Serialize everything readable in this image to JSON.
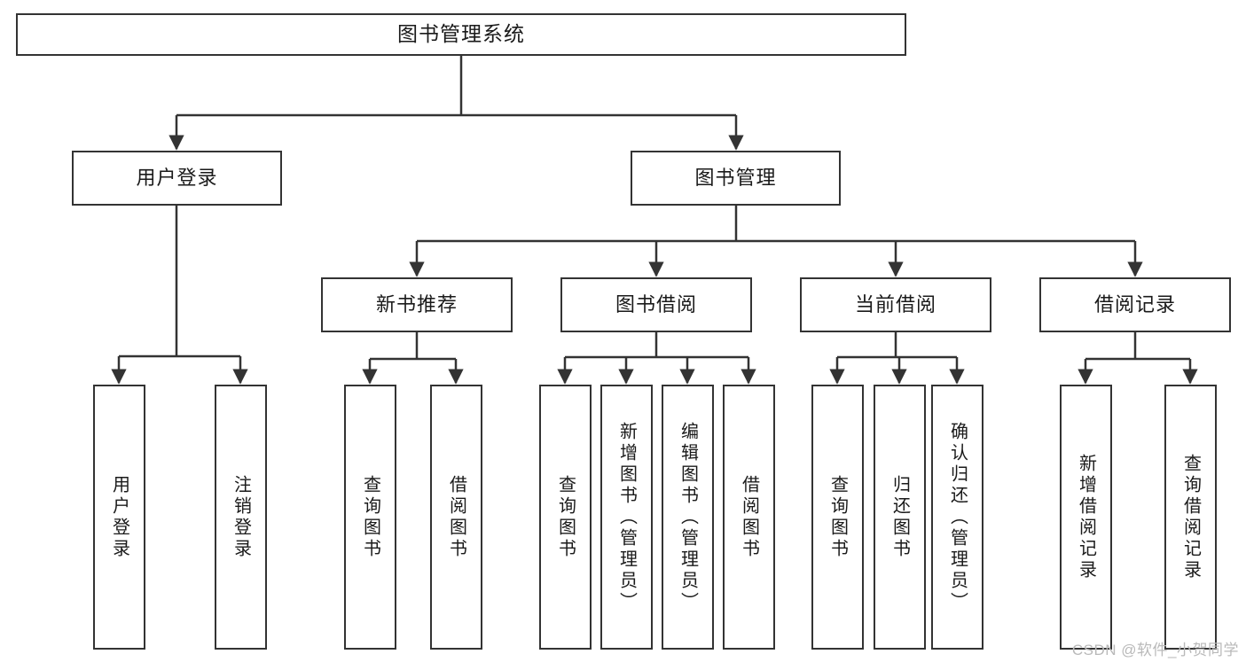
{
  "diagram": {
    "type": "tree-hierarchy",
    "title": "图书管理系统",
    "orientation": "top-down",
    "nodes": {
      "root": {
        "label": "图书管理系统",
        "level": 1
      },
      "user_login": {
        "label": "用户登录",
        "level": 2
      },
      "book_manage": {
        "label": "图书管理",
        "level": 2
      },
      "new_book_rec": {
        "label": "新书推荐",
        "level": 3
      },
      "book_borrow": {
        "label": "图书借阅",
        "level": 3
      },
      "current_borrow": {
        "label": "当前借阅",
        "level": 3
      },
      "borrow_record": {
        "label": "借阅记录",
        "level": 3
      },
      "leaf_user_login": {
        "label": "用户登录",
        "level": 4
      },
      "leaf_logout": {
        "label": "注销登录",
        "level": 4
      },
      "leaf_query_book_1": {
        "label": "查询图书",
        "level": 4
      },
      "leaf_borrow_book_1": {
        "label": "借阅图书",
        "level": 4
      },
      "leaf_query_book_2": {
        "label": "查询图书",
        "level": 4
      },
      "leaf_add_book": {
        "label": "新增图书（管理员）",
        "level": 4
      },
      "leaf_edit_book": {
        "label": "编辑图书（管理员）",
        "level": 4
      },
      "leaf_borrow_book_2": {
        "label": "借阅图书",
        "level": 4
      },
      "leaf_query_book_3": {
        "label": "查询图书",
        "level": 4
      },
      "leaf_return_book": {
        "label": "归还图书",
        "level": 4
      },
      "leaf_confirm_return": {
        "label": "确认归还（管理员）",
        "level": 4
      },
      "leaf_add_record": {
        "label": "新增借阅记录",
        "level": 4
      },
      "leaf_query_record": {
        "label": "查询借阅记录",
        "level": 4
      }
    },
    "edges": [
      {
        "from": "root",
        "to": "user_login"
      },
      {
        "from": "root",
        "to": "book_manage"
      },
      {
        "from": "user_login",
        "to": "leaf_user_login"
      },
      {
        "from": "user_login",
        "to": "leaf_logout"
      },
      {
        "from": "book_manage",
        "to": "new_book_rec"
      },
      {
        "from": "book_manage",
        "to": "book_borrow"
      },
      {
        "from": "book_manage",
        "to": "current_borrow"
      },
      {
        "from": "book_manage",
        "to": "borrow_record"
      },
      {
        "from": "new_book_rec",
        "to": "leaf_query_book_1"
      },
      {
        "from": "new_book_rec",
        "to": "leaf_borrow_book_1"
      },
      {
        "from": "book_borrow",
        "to": "leaf_query_book_2"
      },
      {
        "from": "book_borrow",
        "to": "leaf_add_book"
      },
      {
        "from": "book_borrow",
        "to": "leaf_edit_book"
      },
      {
        "from": "book_borrow",
        "to": "leaf_borrow_book_2"
      },
      {
        "from": "current_borrow",
        "to": "leaf_query_book_3"
      },
      {
        "from": "current_borrow",
        "to": "leaf_return_book"
      },
      {
        "from": "current_borrow",
        "to": "leaf_confirm_return"
      },
      {
        "from": "borrow_record",
        "to": "leaf_add_record"
      },
      {
        "from": "borrow_record",
        "to": "leaf_query_record"
      }
    ],
    "colors": {
      "stroke": "#333333",
      "fill": "#ffffff",
      "text": "#1a1a1a",
      "watermark": "#b9b9b9"
    }
  },
  "watermark": {
    "text": "CSDN @软件_小贺同学"
  }
}
